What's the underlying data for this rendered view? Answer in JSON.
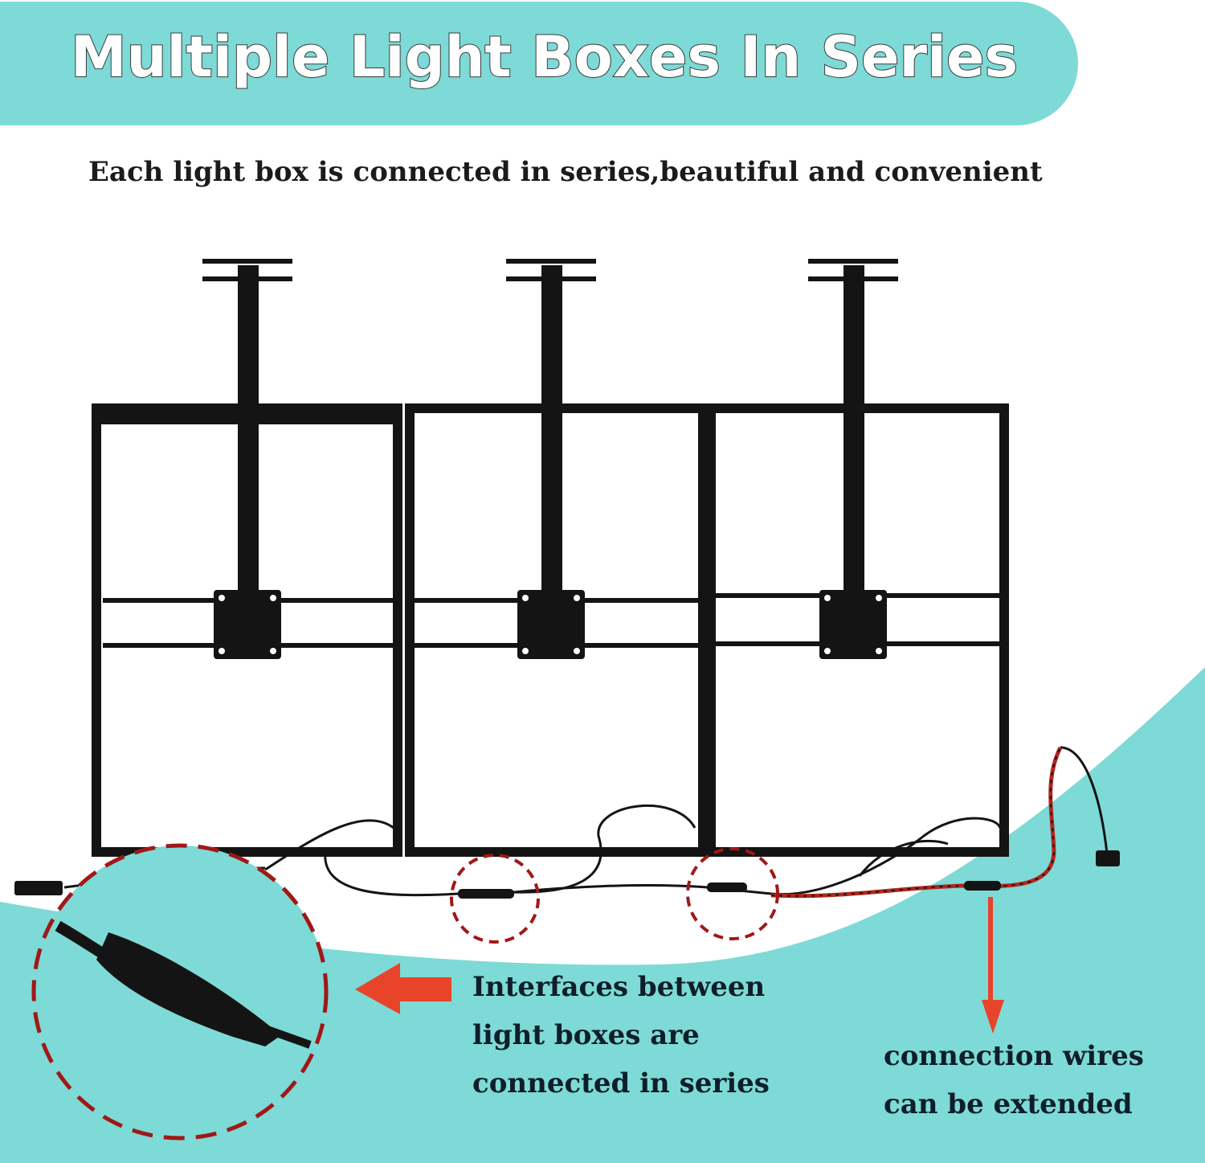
{
  "banner": {
    "title": "Multiple Light Boxes In Series"
  },
  "subtitle": "Each light box is connected in series,beautiful and convenient",
  "callouts": {
    "interfaces": [
      "Interfaces between",
      "light boxes are",
      "connected in series"
    ],
    "wires": [
      "connection wires",
      "can be extended"
    ]
  },
  "colors": {
    "teal": "#7ddad6",
    "frame": "#141414",
    "dash_circle": "#a01818",
    "arrow": "#e8442a"
  },
  "icons": [
    "ceiling-mount-icon",
    "connector-plug-icon",
    "arrow-left-icon",
    "arrow-down-icon"
  ]
}
